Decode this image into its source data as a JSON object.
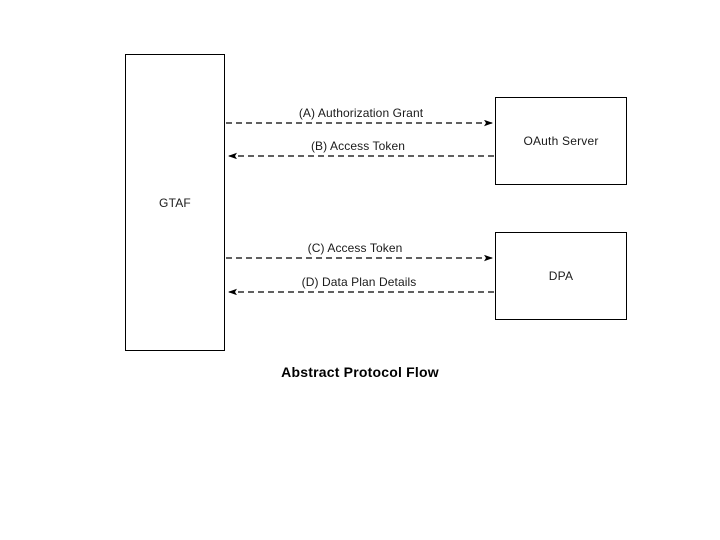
{
  "diagram": {
    "title": "Abstract Protocol Flow",
    "nodes": [
      {
        "id": "gtaf",
        "label": "GTAF"
      },
      {
        "id": "oauth",
        "label": "OAuth Server"
      },
      {
        "id": "dpa",
        "label": "DPA"
      }
    ],
    "edges": [
      {
        "id": "a",
        "label": "(A) Authorization Grant",
        "from": "GTAF",
        "to": "OAuth Server",
        "direction": "right",
        "style": "dashed"
      },
      {
        "id": "b",
        "label": "(B) Access Token",
        "from": "OAuth Server",
        "to": "GTAF",
        "direction": "left",
        "style": "dashed"
      },
      {
        "id": "c",
        "label": "(C) Access Token",
        "from": "GTAF",
        "to": "DPA",
        "direction": "right",
        "style": "dashed"
      },
      {
        "id": "d",
        "label": "(D) Data Plan Details",
        "from": "DPA",
        "to": "GTAF",
        "direction": "left",
        "style": "dashed"
      }
    ],
    "colors": {
      "stroke": "#000000",
      "text": "#1a1a1a",
      "background": "#ffffff"
    }
  }
}
